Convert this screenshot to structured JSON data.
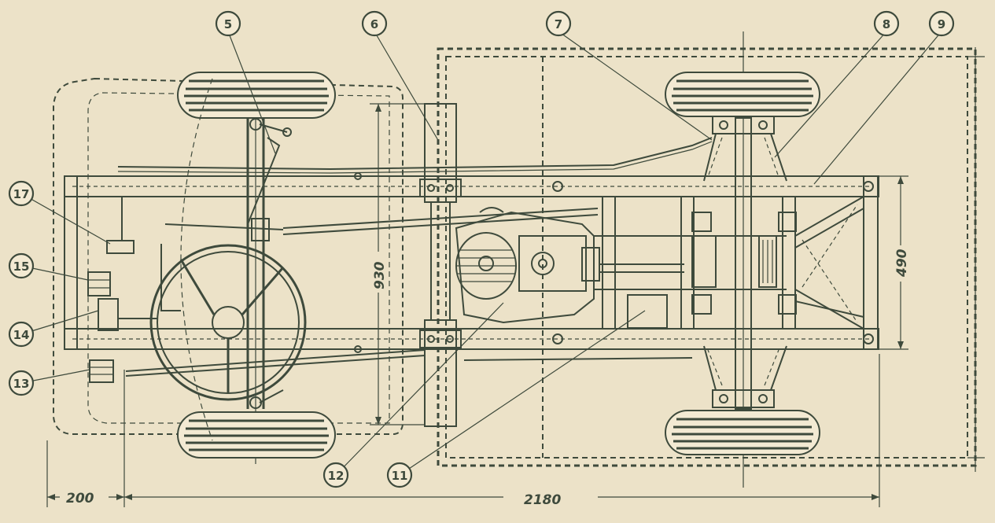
{
  "callouts": [
    {
      "id": "c5",
      "label": "5"
    },
    {
      "id": "c6",
      "label": "6"
    },
    {
      "id": "c7",
      "label": "7"
    },
    {
      "id": "c8",
      "label": "8"
    },
    {
      "id": "c9",
      "label": "9"
    },
    {
      "id": "c11",
      "label": "11"
    },
    {
      "id": "c12",
      "label": "12"
    },
    {
      "id": "c13",
      "label": "13"
    },
    {
      "id": "c14",
      "label": "14"
    },
    {
      "id": "c15",
      "label": "15"
    },
    {
      "id": "c17",
      "label": "17"
    }
  ],
  "dimensions": {
    "front_overhang": "200",
    "wheelbase": "2180",
    "track": "930",
    "frame_width": "490"
  }
}
